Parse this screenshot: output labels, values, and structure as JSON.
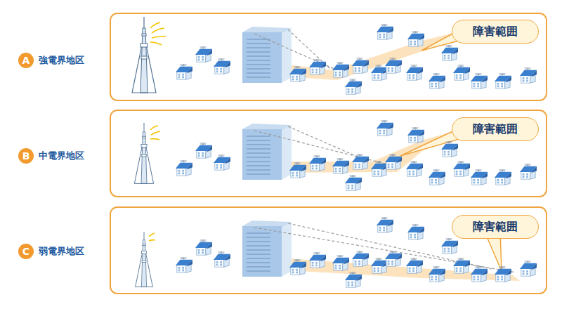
{
  "diagram": {
    "nodes": [
      {
        "text": [
          "A"
        ]
      },
      {
        "text": [
          "障害範囲"
        ]
      },
      {
        "text": [
          "B"
        ]
      },
      {
        "text": [
          "障害範囲"
        ]
      },
      {
        "text": [
          "C"
        ]
      },
      {
        "text": [
          "障害範囲"
        ]
      }
    ],
    "labels": [
      "強電界地区",
      "中電界地区",
      "弱電界地区"
    ]
  }
}
